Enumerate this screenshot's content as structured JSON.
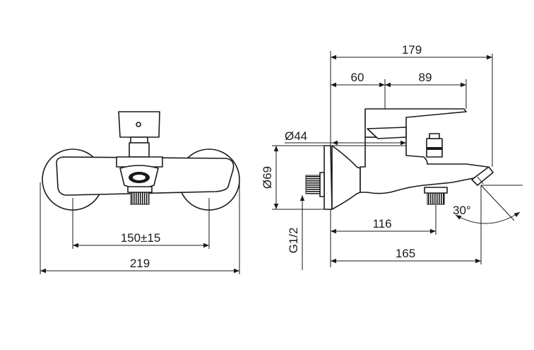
{
  "front_view": {
    "dim_outer": "219",
    "dim_centers": "150±15"
  },
  "side_view": {
    "dim_total_top": "179",
    "dim_left_top": "60",
    "dim_right_top": "89",
    "dim_diameter_small": "Ø44",
    "dim_diameter_large": "Ø69",
    "dim_thread": "G1/2",
    "dim_outlet": "116",
    "dim_total_bottom": "165",
    "dim_angle": "30°"
  }
}
